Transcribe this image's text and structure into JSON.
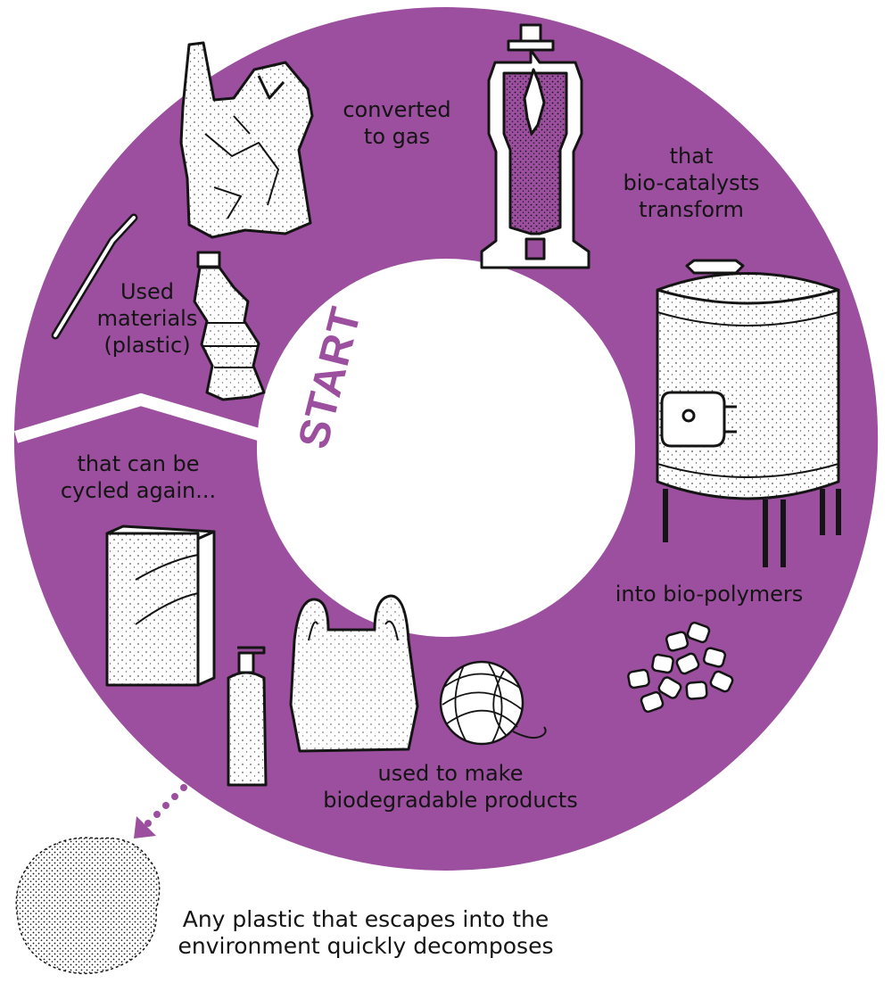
{
  "colors": {
    "ring": "#9b4f9e",
    "ink": "#141414",
    "paper": "#ffffff",
    "arrow": "#9b4f9e"
  },
  "start_label": "START",
  "labels": {
    "converted": [
      "converted",
      "to gas"
    ],
    "biocatalysts": [
      "that",
      "bio-catalysts",
      "transform"
    ],
    "used_materials": [
      "Used",
      "materials",
      "(plastic)"
    ],
    "cycled_again": [
      "that can be",
      "cycled again..."
    ],
    "bio_polymers": [
      "into bio-polymers"
    ],
    "products": [
      "used to make",
      "biodegradable products"
    ],
    "escape": [
      "Any plastic that escapes into the",
      "environment quickly decomposes"
    ]
  },
  "icons": [
    "plastic-bag-icon",
    "straw-icon",
    "plastic-bottle-icon",
    "gasifier-reactor-icon",
    "steel-tank-icon",
    "polymer-pellets-icon",
    "carton-box-icon",
    "pump-bottle-icon",
    "shopping-bag-icon",
    "yarn-ball-icon",
    "decomposing-clump-icon",
    "dotted-arrow-icon"
  ]
}
